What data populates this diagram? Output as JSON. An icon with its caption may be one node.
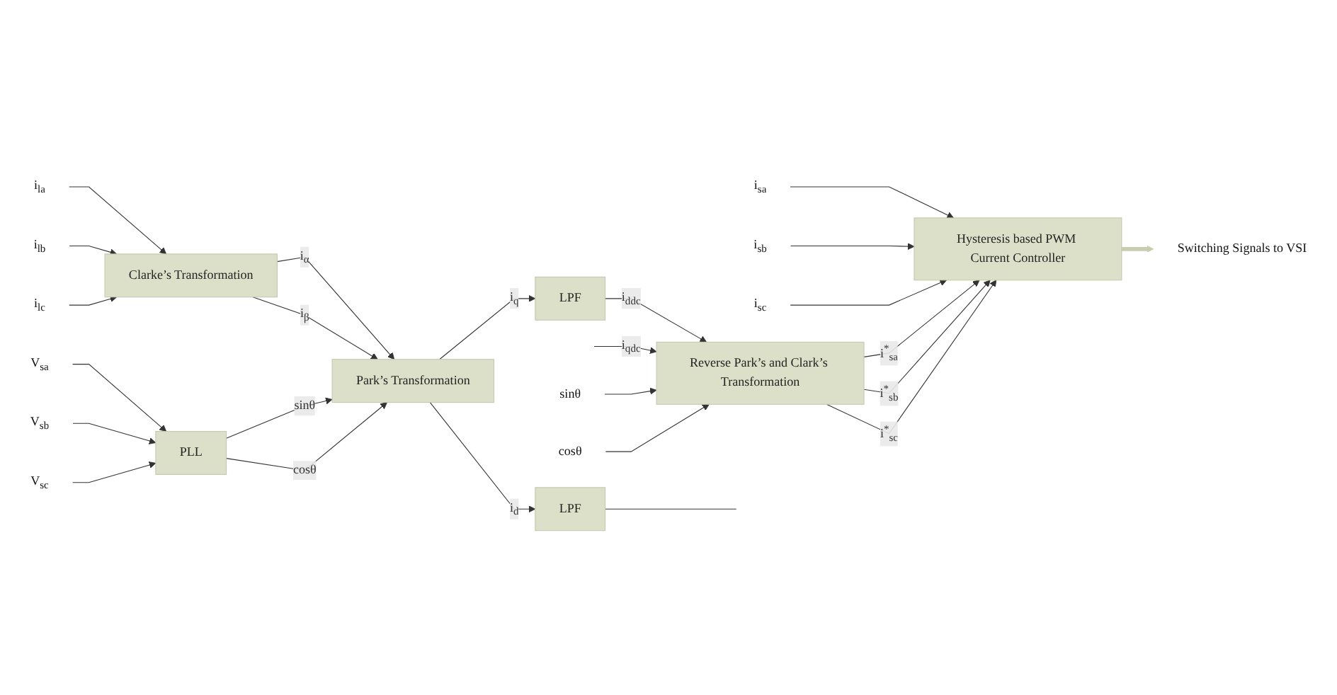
{
  "diagram": {
    "nodes": [
      {
        "text": [
          "i$_{la}$"
        ]
      },
      {
        "text": [
          "i$_{lb}$"
        ]
      },
      {
        "text": [
          "i$_{lc}$"
        ]
      },
      {
        "text": [
          "Clarke’s Transformation"
        ]
      },
      {
        "text": [
          "Park’s Transformation"
        ]
      },
      {
        "text": [
          "LPF"
        ]
      },
      {
        "text": [
          "LPF"
        ]
      },
      {
        "text": [
          "PLL"
        ]
      },
      {
        "text": [
          "V$_{sa}$"
        ]
      },
      {
        "text": [
          "V$_{sb}$"
        ]
      },
      {
        "text": [
          "V$_{sc}$"
        ]
      },
      {
        "text": [
          "i$_{sa}$"
        ]
      },
      {
        "text": [
          "i$_{sb}$"
        ]
      },
      {
        "text": [
          "i$_{sc}$"
        ]
      },
      {
        "text": [
          "sinθ"
        ]
      },
      {
        "text": [
          "cosθ"
        ]
      },
      {
        "text": [
          "Switching Signals to VSI"
        ]
      },
      {
        "text": [
          "Hysteresis based PWM Current Controller"
        ]
      },
      {
        "text": [
          "Reverse Park’s and Clark’s Transformation"
        ]
      }
    ],
    "edges": [
      {
        "from": 0,
        "to": 3,
        "arrow": "to"
      },
      {
        "from": 1,
        "to": 3,
        "arrow": "to"
      },
      {
        "from": 2,
        "to": 3,
        "arrow": "to"
      },
      {
        "from": 3,
        "to": 4,
        "arrow": "to",
        "label": "i$_{α}$"
      },
      {
        "from": 3,
        "to": 4,
        "arrow": "to",
        "label": "i$_{β}$"
      },
      {
        "from": 4,
        "to": 5,
        "arrow": "to",
        "label": "i$_{d}$"
      },
      {
        "from": 4,
        "to": 6,
        "arrow": "to",
        "label": "i$_{q}$"
      },
      {
        "from": 7,
        "to": 4,
        "arrow": "to",
        "label": "sinθ"
      },
      {
        "from": 7,
        "to": 4,
        "arrow": "to",
        "label": "cosθ"
      },
      {
        "from": 8,
        "to": 7,
        "arrow": "to"
      },
      {
        "from": 9,
        "to": 7,
        "arrow": "to"
      },
      {
        "from": 10,
        "to": 7,
        "arrow": "to"
      },
      {
        "from": 5,
        "to": null,
        "arrow": "none"
      },
      {
        "from": 6,
        "to": 18,
        "arrow": "to",
        "label": "i$_{ddc}$"
      },
      {
        "from": null,
        "to": 18,
        "arrow": "to",
        "label": "i$_{qdc}$"
      },
      {
        "from": 14,
        "to": 18,
        "arrow": "to"
      },
      {
        "from": 15,
        "to": 18,
        "arrow": "to"
      },
      {
        "from": 11,
        "to": 17,
        "arrow": "to"
      },
      {
        "from": 12,
        "to": 17,
        "arrow": "to"
      },
      {
        "from": 13,
        "to": 17,
        "arrow": "to"
      },
      {
        "from": 18,
        "to": 17,
        "arrow": "to",
        "label": "i$^{*}$$_{sa}$"
      },
      {
        "from": 18,
        "to": 17,
        "arrow": "to",
        "label": "i$^{*}$$_{sb}$"
      },
      {
        "from": 18,
        "to": 17,
        "arrow": "to",
        "label": "i$^{*}$$_{sc}$"
      },
      {
        "from": 17,
        "to": 16,
        "arrow": "to",
        "style": "thick",
        "color": "#c9cdb0"
      }
    ]
  }
}
